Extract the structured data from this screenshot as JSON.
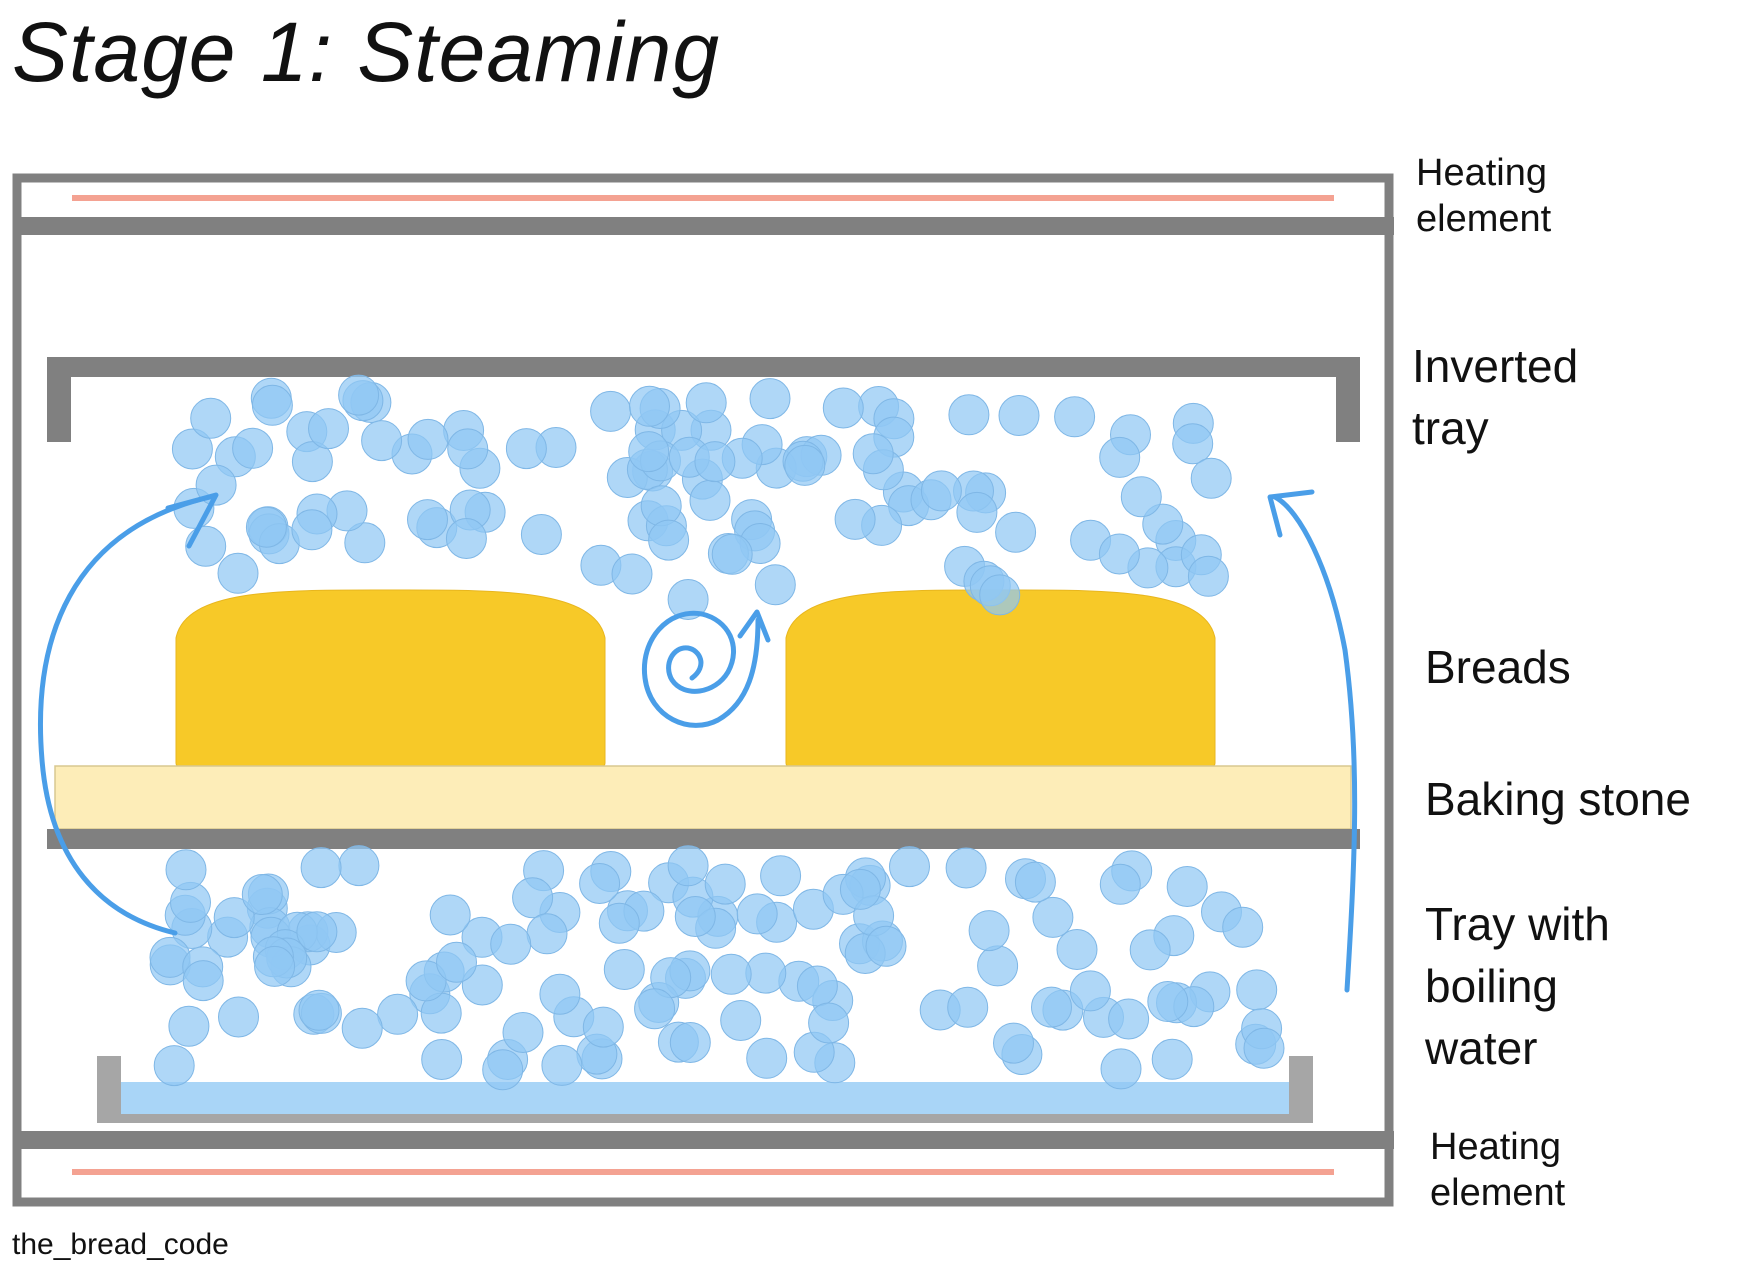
{
  "title": "Stage 1: Steaming",
  "labels": {
    "heating_top": "Heating\nelement",
    "inverted_tray": "Inverted\ntray",
    "breads": "Breads",
    "baking_stone": "Baking stone",
    "water_tray": "Tray with\nboiling\nwater",
    "heating_bottom": "Heating\nelement"
  },
  "credit": "the_bread_code",
  "colors": {
    "oven_wall": "#808080",
    "heating_element": "#f4a292",
    "steam_bubble": "#90c8f4",
    "steam_arrow": "#4a9ee8",
    "bread": "#f7c928",
    "baking_stone": "#fdedb8",
    "water": "#a9d5f7",
    "tray": "#a6a6a6"
  }
}
